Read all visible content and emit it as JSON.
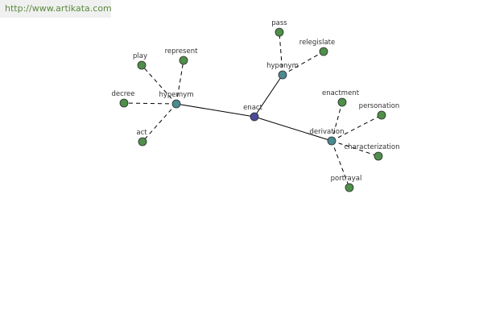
{
  "watermark": "http://www.artikata.com",
  "colors": {
    "root": "#4a4a9a",
    "relation": "#4a8a90",
    "leaf": "#4f8f4a",
    "watermark_text": "#5b8a3c"
  },
  "root": {
    "id": "enact",
    "label": "enact"
  },
  "relations": [
    {
      "id": "hypernym",
      "label": "hypernym",
      "leaves": [
        "play",
        "represent",
        "decree",
        "act"
      ]
    },
    {
      "id": "hyponym",
      "label": "hyponym",
      "leaves": [
        "pass",
        "relegislate"
      ]
    },
    {
      "id": "derivation",
      "label": "derivation",
      "leaves": [
        "enactment",
        "personation",
        "characterization",
        "portrayal"
      ]
    }
  ]
}
